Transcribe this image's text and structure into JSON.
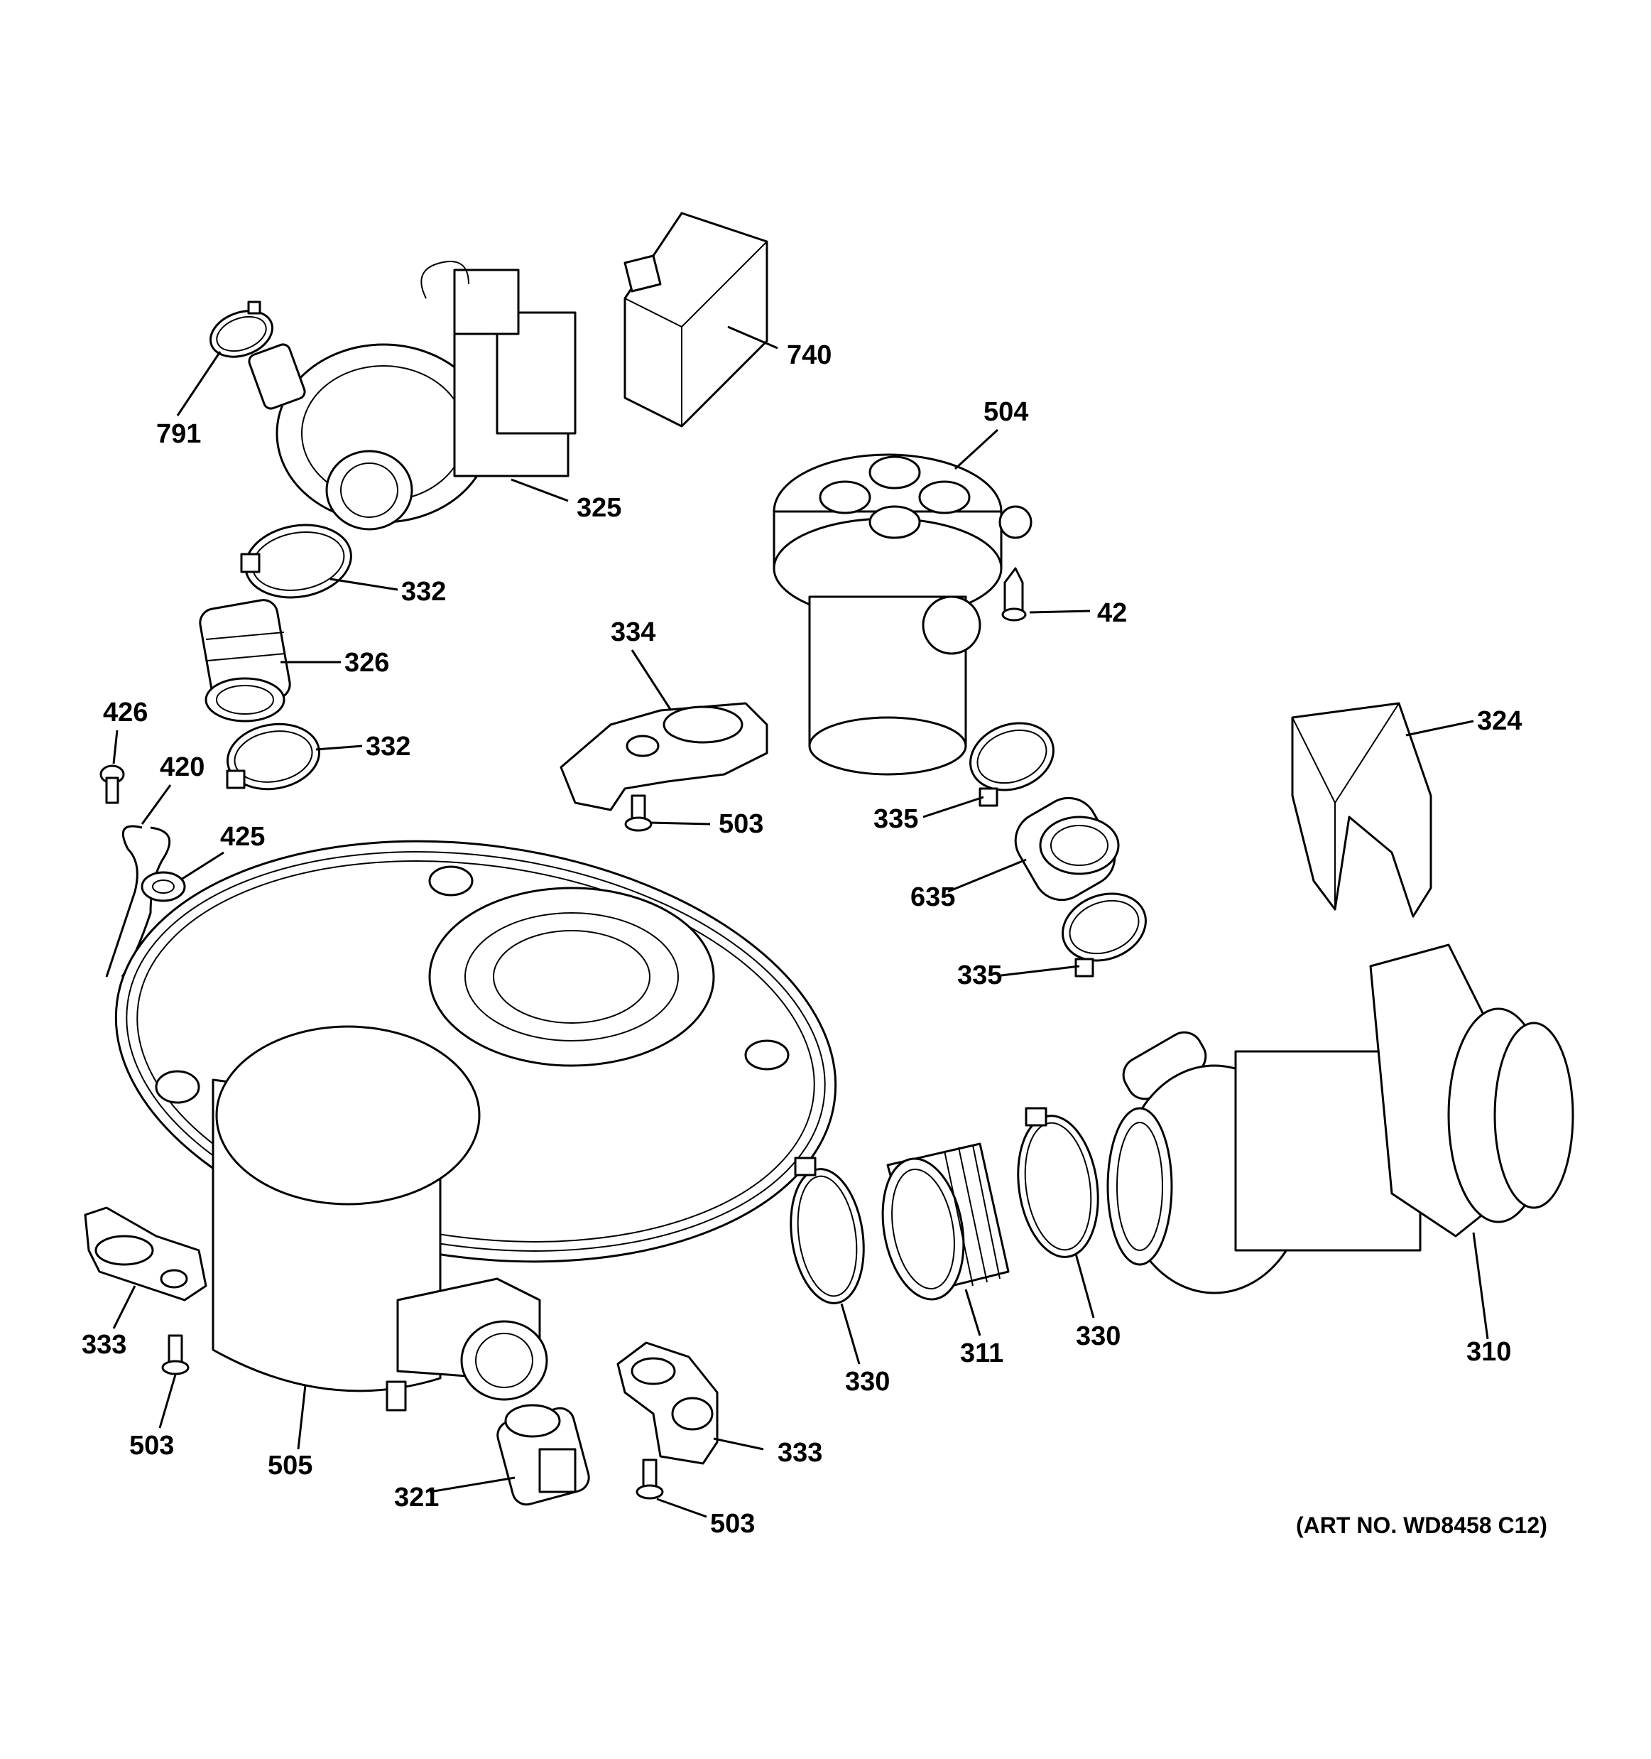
{
  "art_number": "(ART NO. WD8458 C12)",
  "labels": {
    "p791": "791",
    "p740": "740",
    "p325": "325",
    "p504": "504",
    "p332a": "332",
    "p42": "42",
    "p334": "334",
    "p326": "326",
    "p426": "426",
    "p324": "324",
    "p332b": "332",
    "p420": "420",
    "p335a": "335",
    "p503a": "503",
    "p425": "425",
    "p635": "635",
    "p335b": "335",
    "p333a": "333",
    "p330a": "330",
    "p311": "311",
    "p330b": "330",
    "p310": "310",
    "p503b": "503",
    "p505": "505",
    "p333b": "333",
    "p321": "321",
    "p503c": "503"
  }
}
